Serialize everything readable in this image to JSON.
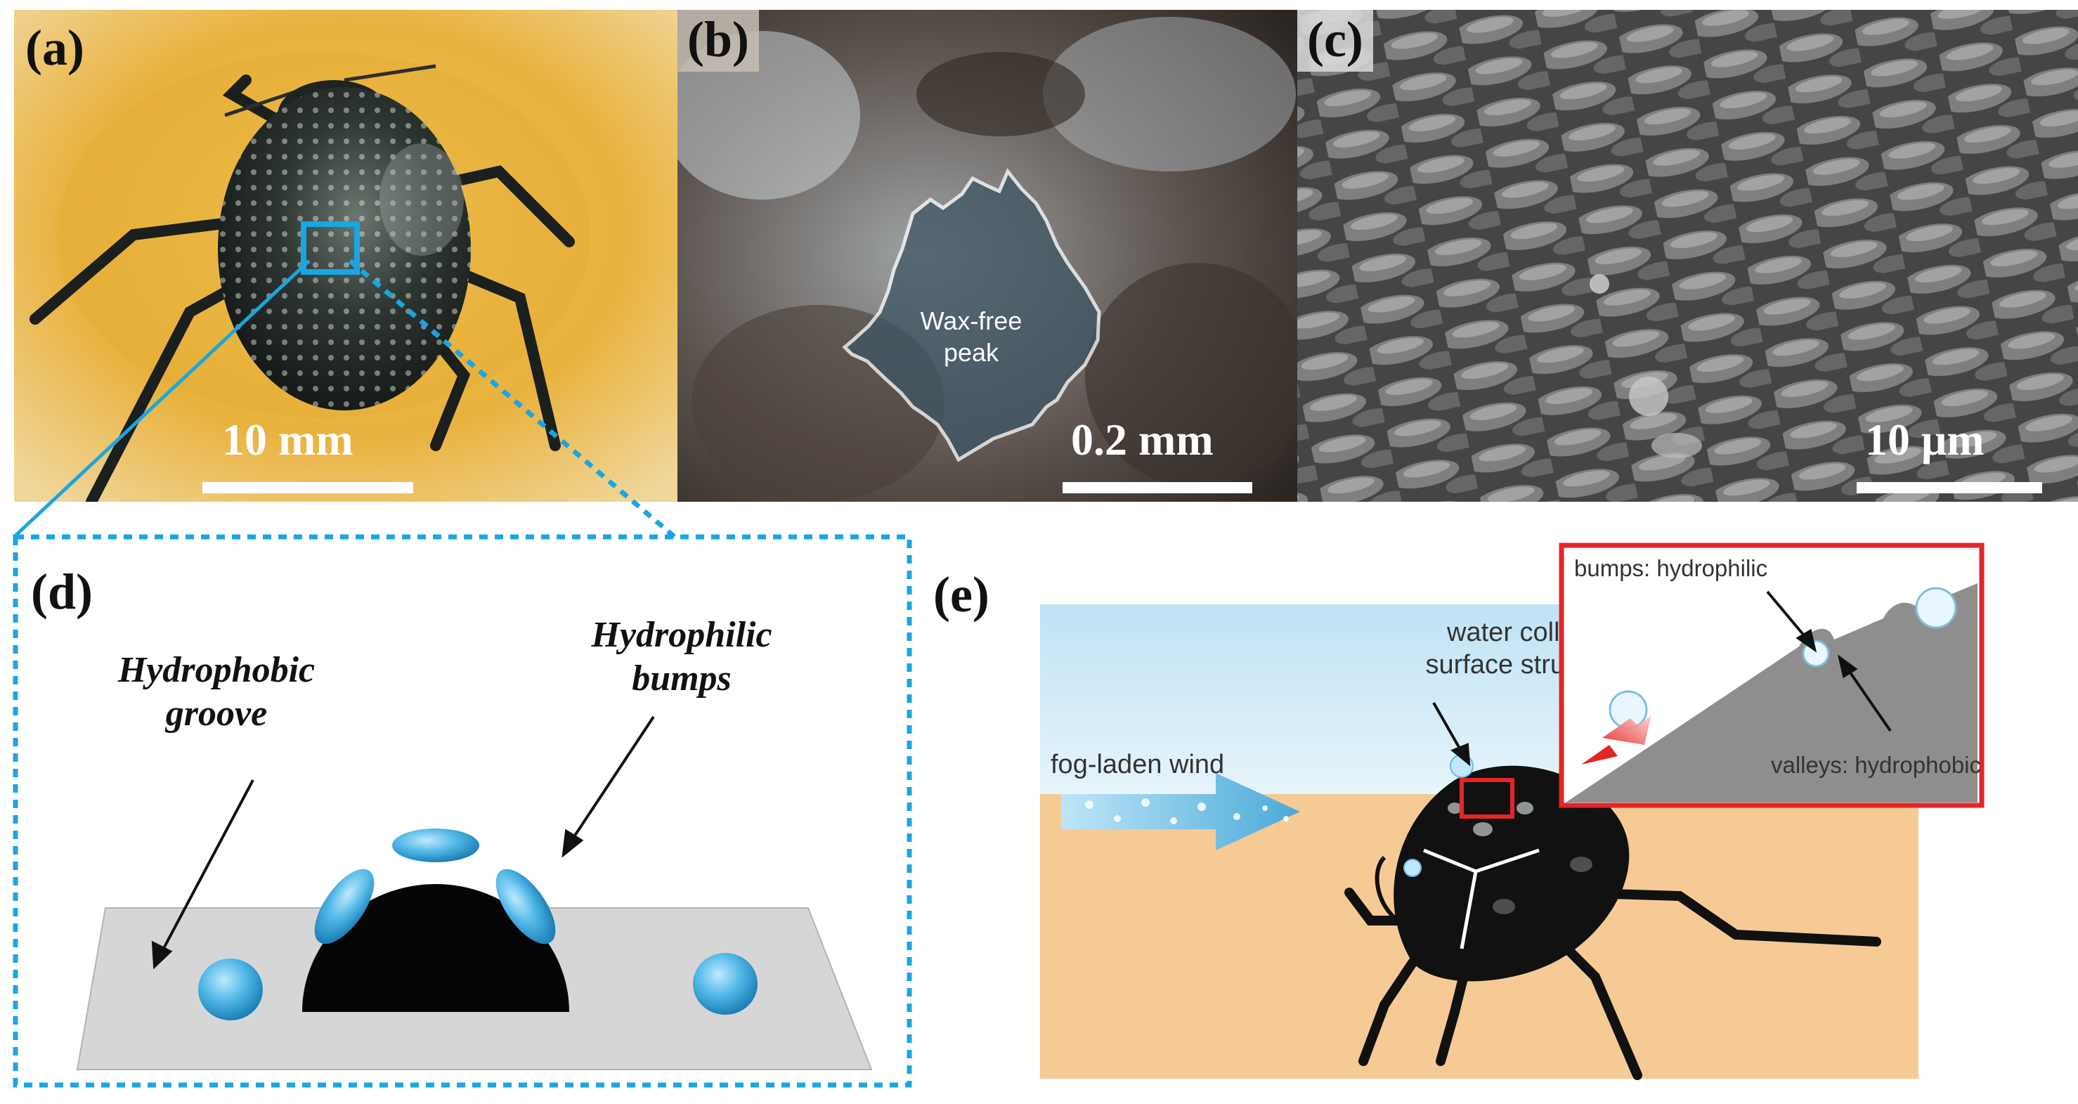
{
  "panels": {
    "a": {
      "label": "(a)",
      "scale": "10 mm"
    },
    "b": {
      "label": "(b)",
      "scale": "0.2 mm",
      "region_label_line1": "Wax-free",
      "region_label_line2": "peak"
    },
    "c": {
      "label": "(c)",
      "scale": "10 μm"
    },
    "d": {
      "label": "(d)",
      "groove_line1": "Hydrophobic",
      "groove_line2": "groove",
      "bumps_line1": "Hydrophilic",
      "bumps_line2": "bumps"
    },
    "e": {
      "label": "(e)",
      "wind": "fog-laden wind",
      "water_line1": "water collecting",
      "water_line2": "surface structure",
      "inset_bumps": "bumps: hydrophilic",
      "inset_valleys": "valleys: hydrophobic"
    }
  },
  "colors": {
    "highlight_cyan": "#1aa6e0",
    "inset_red": "#e32626",
    "sky": "#c8e8f6",
    "sand": "#f6ca95",
    "water": "#4fb6e6"
  }
}
